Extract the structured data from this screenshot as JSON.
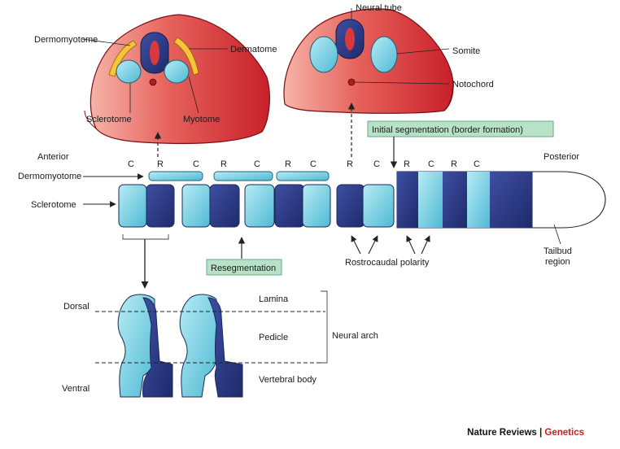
{
  "labels": {
    "dermomyotome_top": "Dermomyotome",
    "dermatome": "Dermatome",
    "sclerotome_top": "Sclerotome",
    "myotome": "Myotome",
    "neural_tube": "Neural tube",
    "somite": "Somite",
    "notochord": "Notochord",
    "initial_segmentation": "Initial segmentation (border formation)",
    "anterior": "Anterior",
    "posterior": "Posterior",
    "dermomyotome_row": "Dermomyotome",
    "sclerotome_row": "Sclerotome",
    "resegmentation": "Resegmentation",
    "rostrocaudal_polarity": "Rostrocaudal polarity",
    "tailbud_line1": "Tailbud",
    "tailbud_line2": "region",
    "dorsal": "Dorsal",
    "ventral": "Ventral",
    "lamina": "Lamina",
    "pedicle": "Pedicle",
    "vertebral_body": "Vertebral body",
    "neural_arch": "Neural arch"
  },
  "rc_letters": [
    "C",
    "R",
    "C",
    "R",
    "C",
    "R",
    "C",
    "R",
    "C",
    "R",
    "C",
    "R",
    "C"
  ],
  "credit": {
    "journal": "Nature Reviews",
    "separator": "|",
    "section": "Genetics"
  },
  "colors": {
    "mesoderm_red": "#d9383c",
    "mesoderm_light": "#f3a39a",
    "rostral_dark": "#2f3f8f",
    "caudal_light": "#7fd3e6",
    "dermomyotome_yellow": "#f6c43a",
    "label_box_green": "#b7e2c8"
  }
}
